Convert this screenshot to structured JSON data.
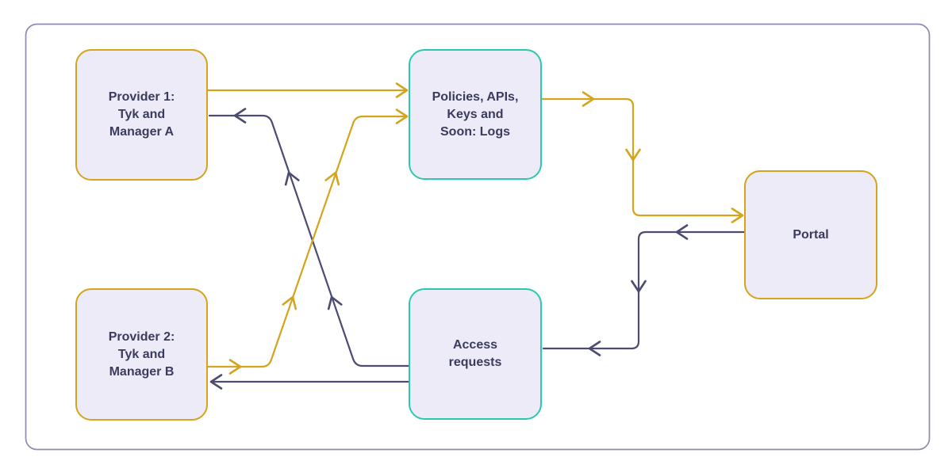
{
  "diagram": {
    "nodes": {
      "provider1": {
        "label": "Provider 1:\nTyk and\nManager A",
        "border_color": "#d3a41c"
      },
      "provider2": {
        "label": "Provider 2:\nTyk and\nManager B",
        "border_color": "#d3a41c"
      },
      "policies": {
        "label": "Policies, APIs,\nKeys and\nSoon: Logs",
        "border_color": "#2cc8ae"
      },
      "access": {
        "label": "Access\nrequests",
        "border_color": "#2cc8ae"
      },
      "portal": {
        "label": "Portal",
        "border_color": "#d3a41c"
      }
    },
    "edges": [
      {
        "from": "provider1",
        "to": "policies",
        "color": "#d3a41c"
      },
      {
        "from": "provider2",
        "to": "policies",
        "color": "#d3a41c"
      },
      {
        "from": "policies",
        "to": "portal",
        "color": "#d3a41c"
      },
      {
        "from": "portal",
        "to": "access",
        "color": "#4c4c72"
      },
      {
        "from": "access",
        "to": "provider1",
        "color": "#4c4c72"
      },
      {
        "from": "access",
        "to": "provider2",
        "color": "#4c4c72"
      }
    ],
    "colors": {
      "gold_accent": "#d3a41c",
      "slate_accent": "#4c4c72",
      "teal_accent": "#2cc8ae",
      "node_fill": "#ecebf7",
      "text": "#3b3b5e",
      "frame_border": "#8c8cb0",
      "background": "#ffffff"
    }
  }
}
